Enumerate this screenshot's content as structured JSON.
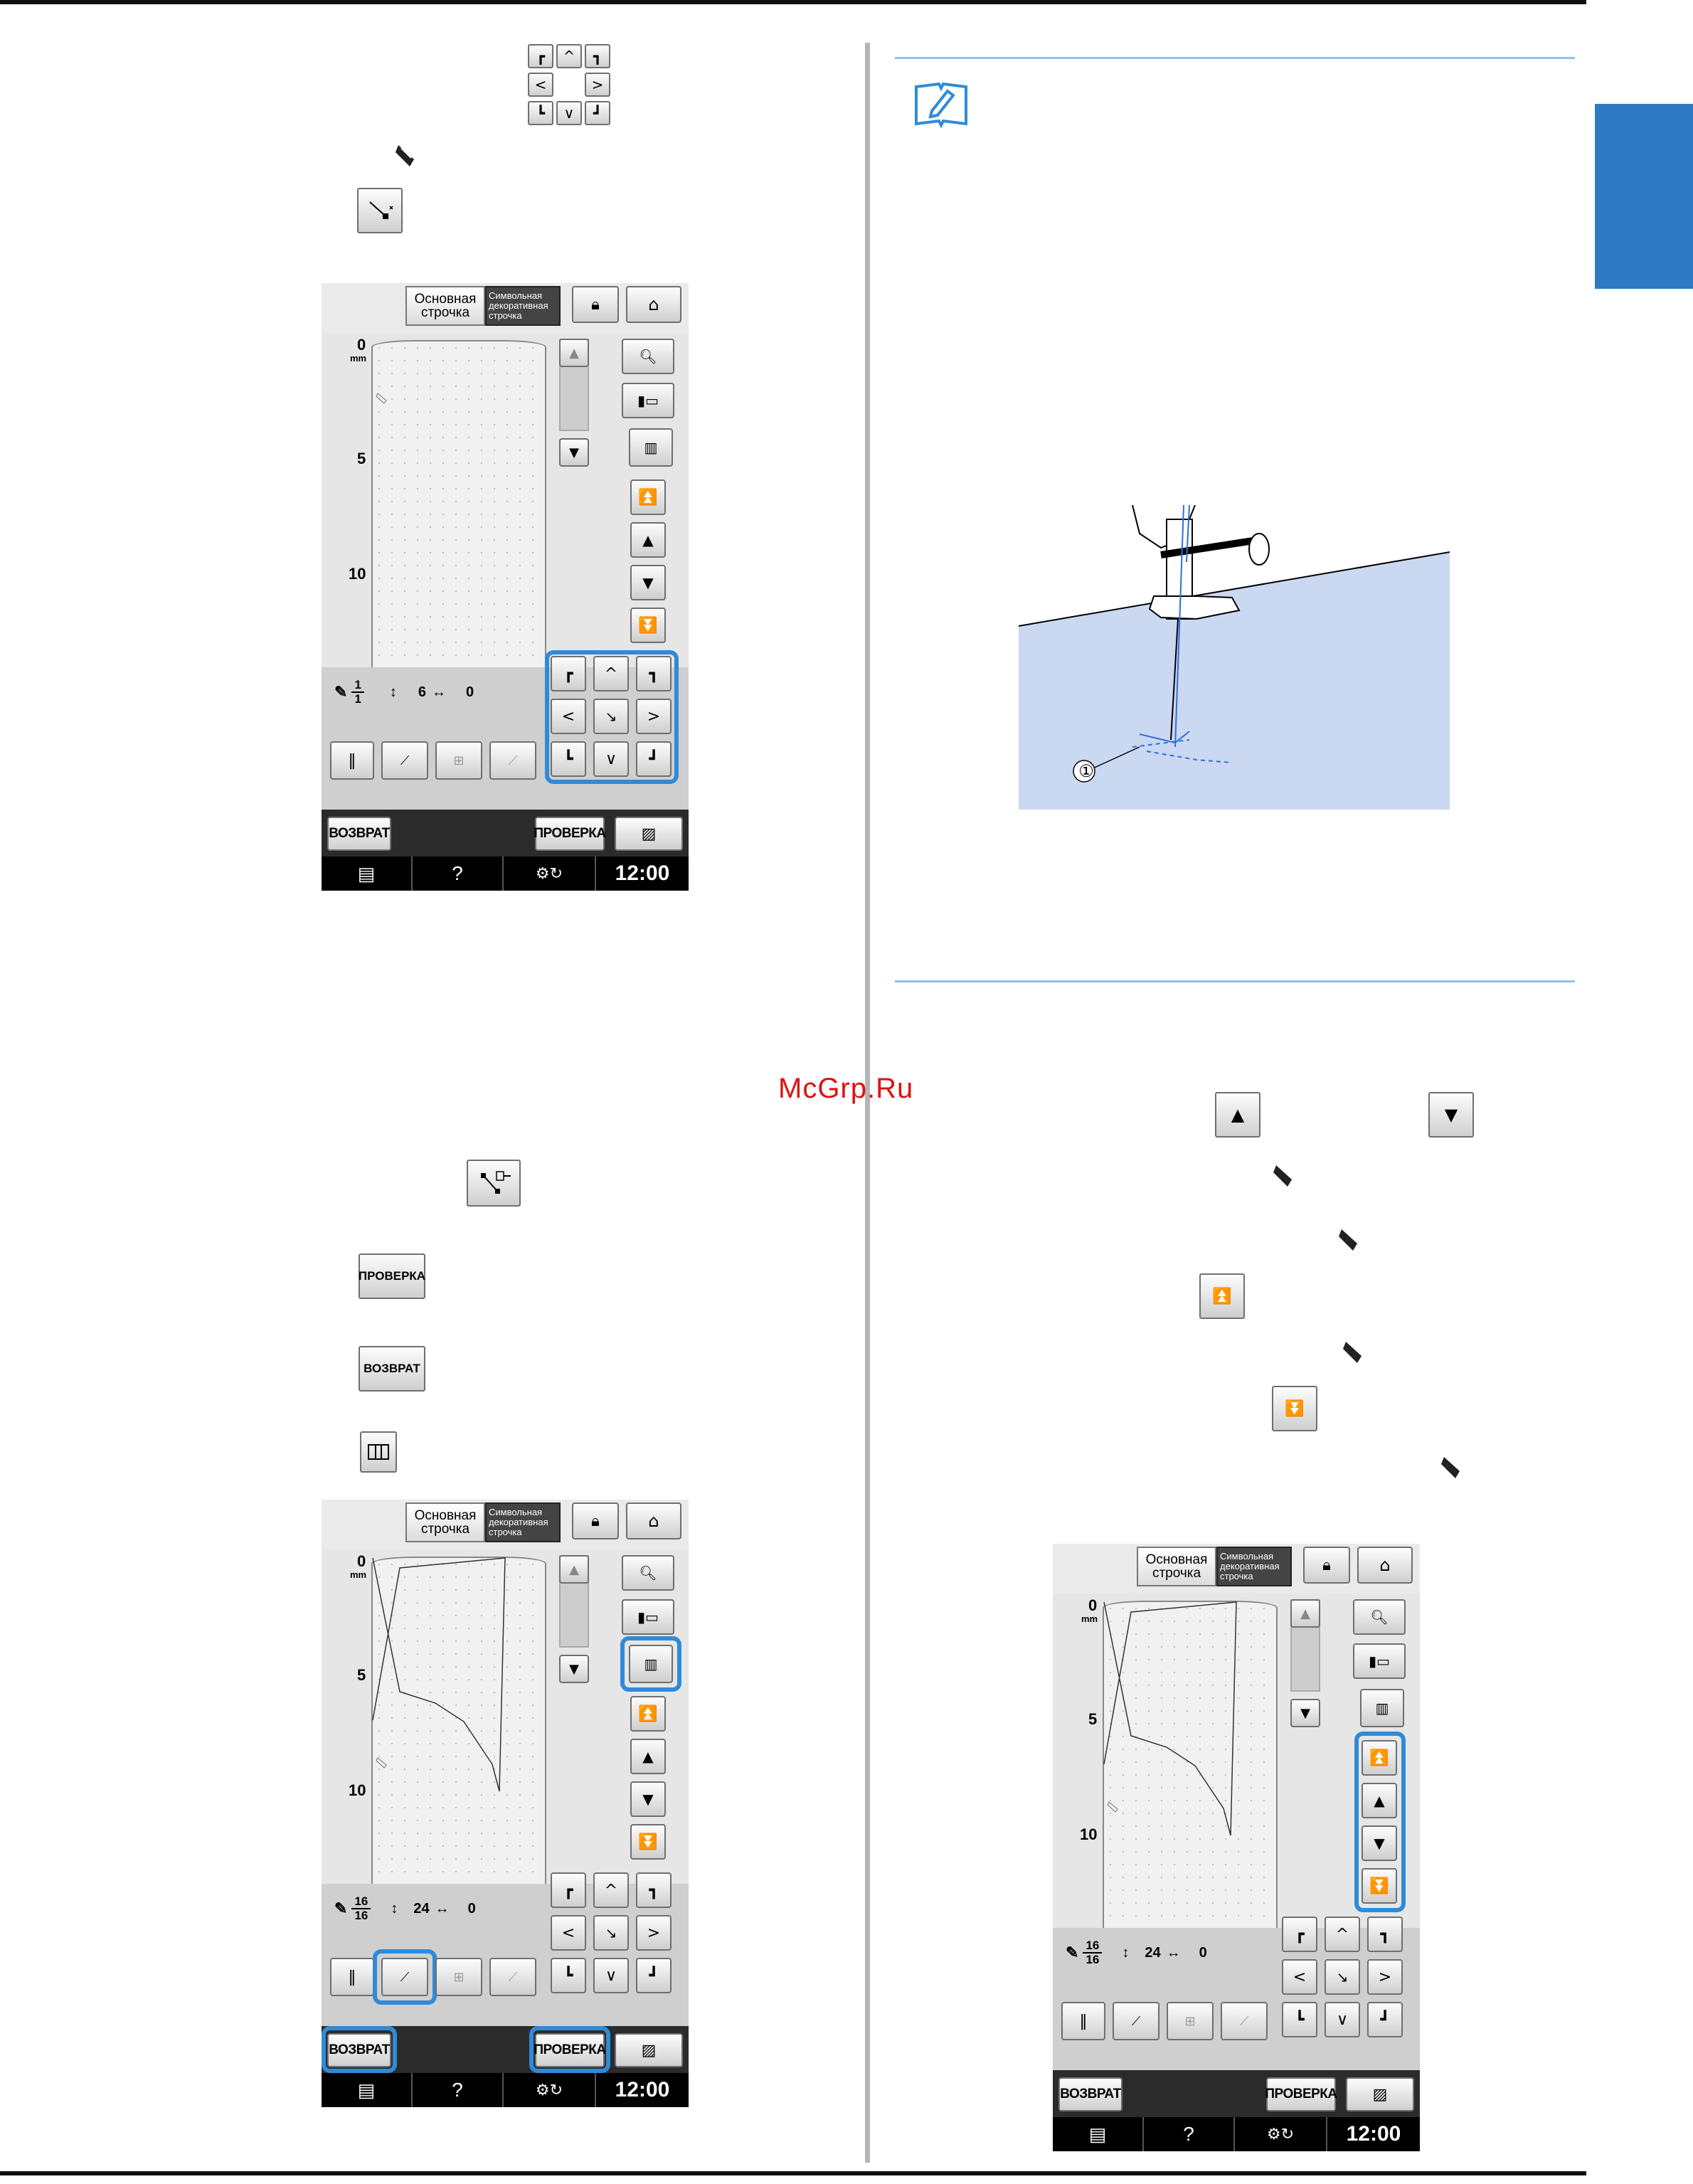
{
  "watermark": "McGrp.Ru",
  "callout_number": "①",
  "nav_pad": {
    "up_left": "┏",
    "up": "^",
    "up_right": "┓",
    "left": "<",
    "center": "↘",
    "right": ">",
    "down_left": "┗",
    "down": "∨",
    "down_right": "┛"
  },
  "inline_labels": {
    "proverka": "ПРОВЕРКА",
    "vozvrat": "ВОЗВРАТ"
  },
  "screens": [
    {
      "tab_basic": "Основная\nстрочка",
      "tab_char": "Символьная\nдекоративная\nстрочка",
      "ruler": {
        "zero": "0",
        "unit": "mm",
        "five": "5",
        "ten": "10"
      },
      "counter": {
        "num": "1",
        "den": "1",
        "height": "6",
        "width": "0"
      },
      "btn_back": "ВОЗВРАТ",
      "btn_check": "ПРОВЕРКА",
      "time": "12:00",
      "help": "?"
    },
    {
      "tab_basic": "Основная\nстрочка",
      "tab_char": "Символьная\nдекоративная\nстрочка",
      "ruler": {
        "zero": "0",
        "unit": "mm",
        "five": "5",
        "ten": "10"
      },
      "counter": {
        "num": "16",
        "den": "16",
        "height": "24",
        "width": "0"
      },
      "btn_back": "ВОЗВРАТ",
      "btn_check": "ПРОВЕРКА",
      "time": "12:00",
      "help": "?"
    },
    {
      "tab_basic": "Основная\nстрочка",
      "tab_char": "Символьная\nдекоративная\nстрочка",
      "ruler": {
        "zero": "0",
        "unit": "mm",
        "five": "5",
        "ten": "10"
      },
      "counter": {
        "num": "16",
        "den": "16",
        "height": "24",
        "width": "0"
      },
      "btn_back": "ВОЗВРАТ",
      "btn_check": "ПРОВЕРКА",
      "time": "12:00",
      "help": "?"
    }
  ]
}
